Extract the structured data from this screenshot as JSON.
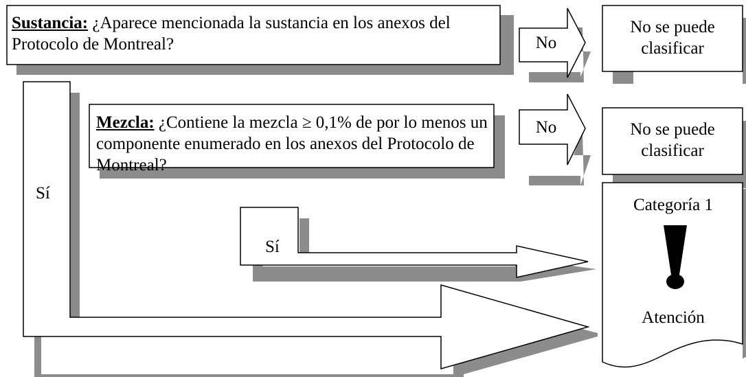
{
  "sustancia": {
    "label": "Sustancia:",
    "question": " ¿Aparece mencionada la sustancia en los anexos del Protocolo de Montreal?"
  },
  "mezcla": {
    "label": "Mezcla:",
    "question": " ¿Contiene la mezcla ≥ 0,1% de por lo menos un componente enumerado en los anexos del Protocolo de Montreal?"
  },
  "arrows": {
    "no_top": "No",
    "no_mid": "No",
    "si_outer": "Sí",
    "si_inner": "Sí"
  },
  "outcomes": {
    "no_class_1": "No se puede clasificar",
    "no_class_2": "No se puede clasificar",
    "category": "Categoría 1",
    "signal_word": "Atención",
    "symbol": "exclamation-mark-icon"
  }
}
